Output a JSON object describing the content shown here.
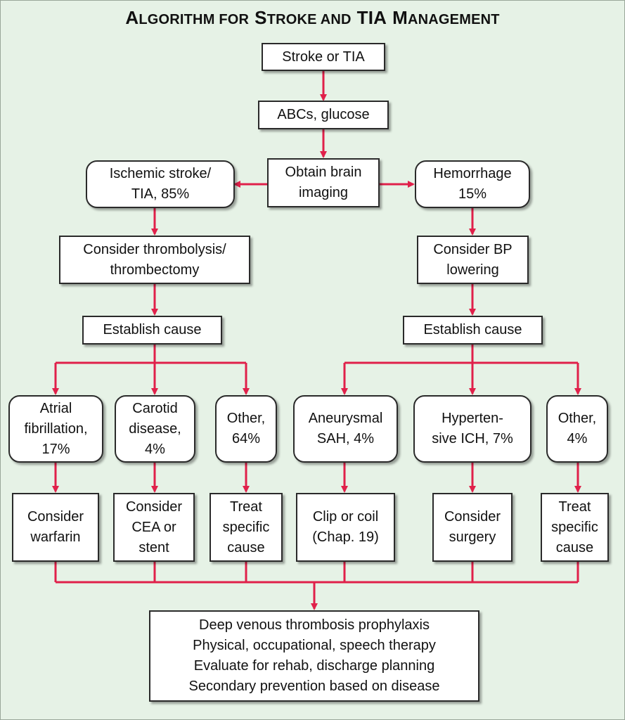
{
  "title": {
    "words": [
      {
        "first": "A",
        "rest": "LGORITHM FOR"
      },
      {
        "first": "S",
        "rest": "TROKE AND"
      },
      {
        "first": "TIA",
        "rest": ""
      },
      {
        "first": "M",
        "rest": "ANAGEMENT"
      }
    ]
  },
  "colors": {
    "background": "#e6f2e6",
    "connector": "#e0204a",
    "box_fill": "#ffffff",
    "box_border": "#2a2a2a"
  },
  "nodes": {
    "stroke_tia": "Stroke or TIA",
    "abcs": "ABCs, glucose",
    "imaging": "Obtain brain\nimaging",
    "ischemic": "Ischemic stroke/\nTIA, 85%",
    "hemorrhage": "Hemorrhage\n15%",
    "thrombolysis": "Consider thrombolysis/\nthrombectomy",
    "bp_lowering": "Consider BP\nlowering",
    "cause_left": "Establish cause",
    "cause_right": "Establish cause",
    "afib": "Atrial\nfibrillation,\n17%",
    "carotid": "Carotid\ndisease,\n4%",
    "other_left": "Other,\n64%",
    "aneurysmal": "Aneurysmal\nSAH, 4%",
    "hypertensive": "Hyperten-\nsive ICH, 7%",
    "other_right": "Other,\n4%",
    "warfarin": "Consider\nwarfarin",
    "cea": "Consider\nCEA or\nstent",
    "treat_left": "Treat\nspecific\ncause",
    "clip_coil": "Clip or coil\n(Chap. 19)",
    "surgery": "Consider\nsurgery",
    "treat_right": "Treat\nspecific\ncause",
    "final": "Deep venous thrombosis prophylaxis\nPhysical, occupational, speech therapy\nEvaluate for rehab, discharge planning\nSecondary prevention based on disease"
  }
}
